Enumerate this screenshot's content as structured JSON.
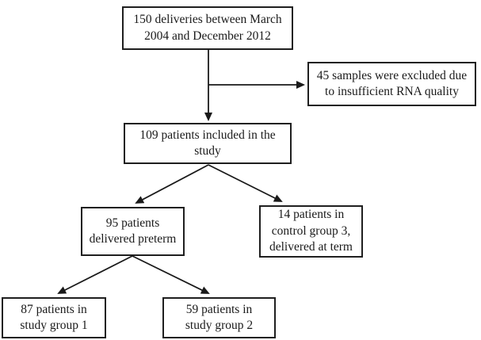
{
  "diagram": {
    "type": "flowchart",
    "background": "#ffffff",
    "ink": "#1a1a1a",
    "nodes": {
      "deliveries": {
        "text": "150 deliveries between March\n2004 and December 2012"
      },
      "excluded": {
        "text": "45 samples were excluded due\nto insufficient RNA quality"
      },
      "included": {
        "text": "109 patients included in the\nstudy"
      },
      "preterm": {
        "text": "95 patients\ndelivered preterm"
      },
      "control": {
        "text": "14 patients in\ncontrol group 3,\ndelivered at term"
      },
      "group1": {
        "text": "87 patients in\nstudy group 1"
      },
      "group2": {
        "text": "59 patients in\nstudy group 2"
      }
    },
    "edges": [
      {
        "from": "deliveries",
        "to": "included"
      },
      {
        "from": "deliveries",
        "to": "excluded"
      },
      {
        "from": "included",
        "to": "preterm"
      },
      {
        "from": "included",
        "to": "control"
      },
      {
        "from": "preterm",
        "to": "group1"
      },
      {
        "from": "preterm",
        "to": "group2"
      }
    ]
  }
}
